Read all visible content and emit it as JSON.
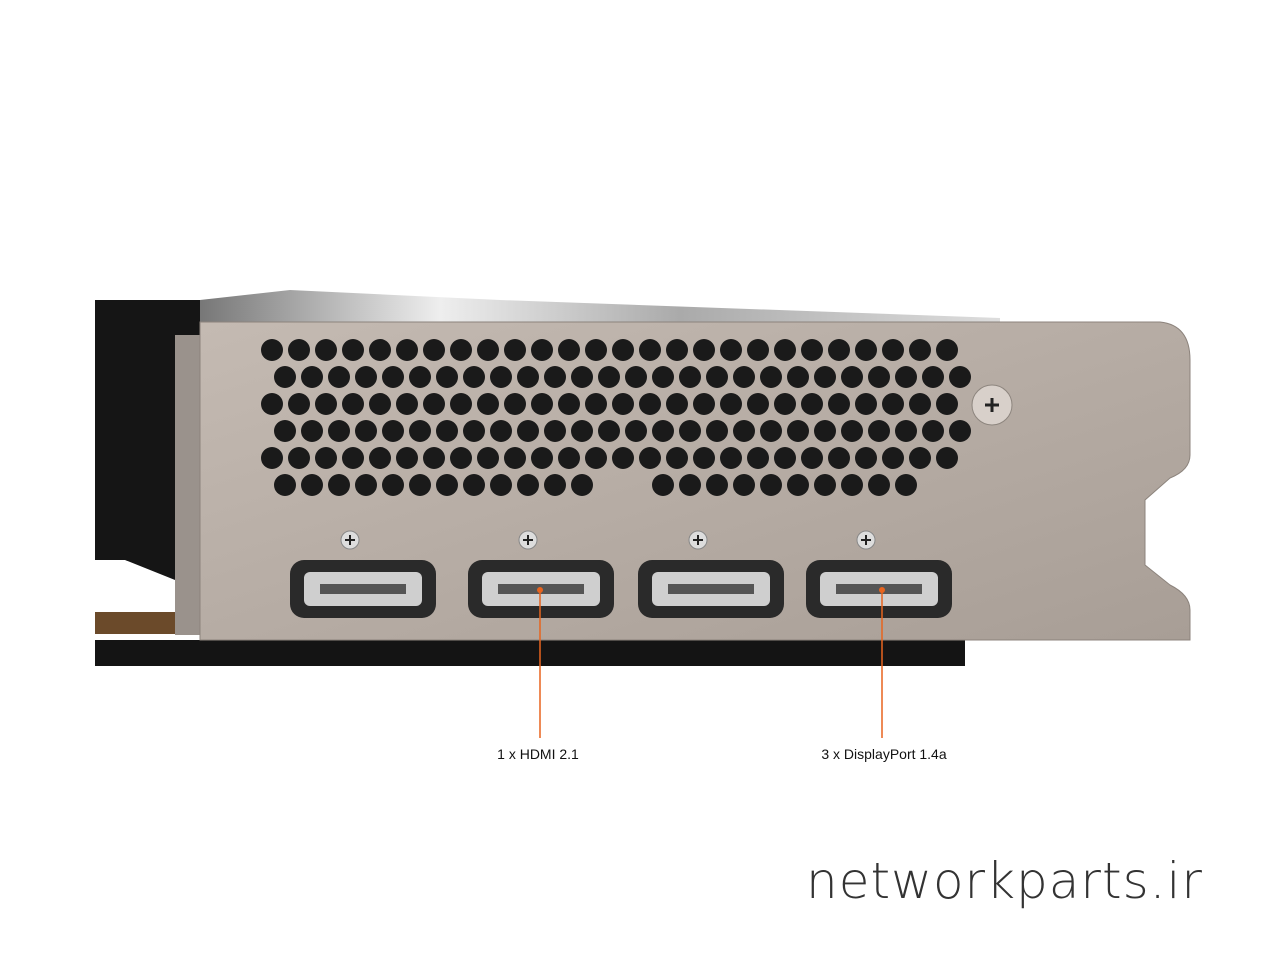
{
  "callouts": [
    {
      "text": "1 x HDMI 2.1"
    },
    {
      "text": "3 x DisplayPort 1.4a"
    }
  ],
  "watermark": "networkparts.ir",
  "ports": [
    "DisplayPort",
    "HDMI",
    "DisplayPort",
    "DisplayPort"
  ],
  "colors": {
    "accent": "#e8641e",
    "bracket": "#b5aba3",
    "shroud": "#151515"
  }
}
